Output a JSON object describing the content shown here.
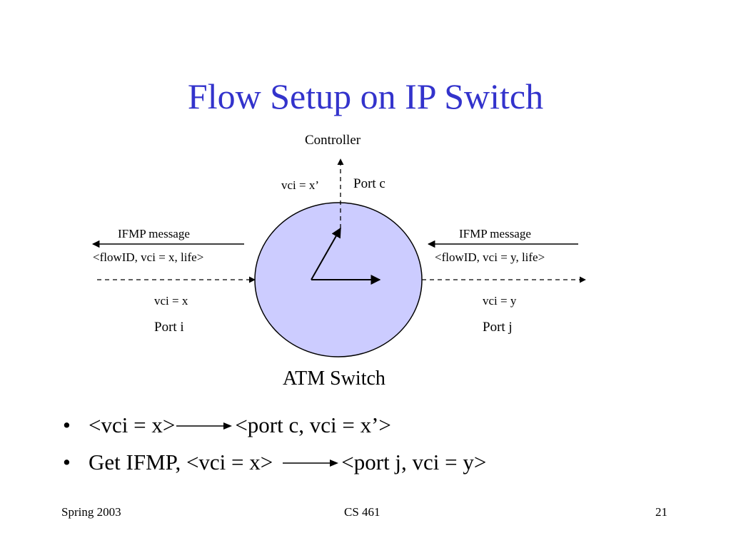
{
  "slide": {
    "title": "Flow Setup on IP Switch"
  },
  "diagram": {
    "controller_label": "Controller",
    "vci_x_prime_label": "vci = x’",
    "port_c_label": "Port c",
    "left_msg_line1": "IFMP message",
    "left_msg_line2": "<flowID, vci = x, life>",
    "right_msg_line1": "IFMP message",
    "right_msg_line2": "<flowID, vci = y, life>",
    "vci_x_label": "vci = x",
    "port_i_label": "Port i",
    "vci_y_label": "vci = y",
    "port_j_label": "Port j",
    "switch_label": "ATM Switch",
    "switch_fill": "#ccccff"
  },
  "bullets": [
    {
      "before": "<vci = x>",
      "after": "<port c, vci = x’>"
    },
    {
      "before": "Get IFMP, <vci = x>",
      "after": "<port j, vci = y>"
    }
  ],
  "bullet_glyph": "•",
  "footer": {
    "left": "Spring 2003",
    "center": "CS 461",
    "right": "21"
  },
  "colors": {
    "title": "#3333cc",
    "text": "#000000",
    "background": "#ffffff"
  }
}
